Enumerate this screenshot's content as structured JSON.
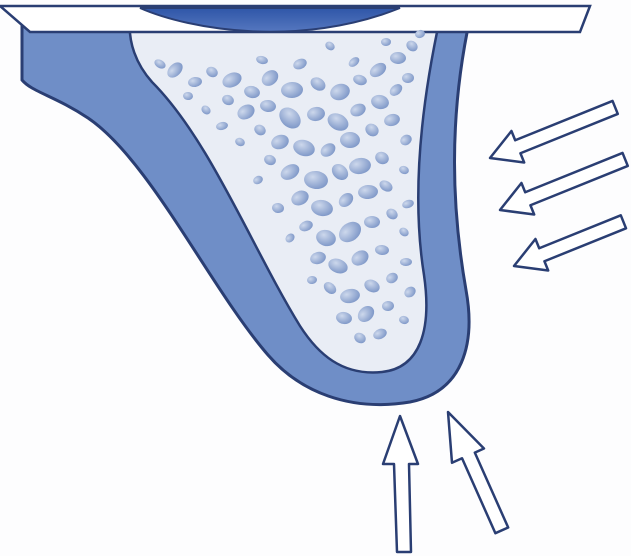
{
  "diagram": {
    "title": "",
    "labels": [],
    "colors": {
      "background": "#fdfdfe",
      "outline": "#2a3e73",
      "cortical_band": "#6f8ec7",
      "cortical_band_dark": "#3a5ea6",
      "cancellous_fill": "#e9edf5",
      "trabecula": "#9fb3d6",
      "trabecula_dark": "#6f89bd",
      "top_bar": "#ffffff",
      "top_cap": "#3d62b0",
      "arrow_fill": "#ffffff",
      "arrow_stroke": "#2a3e73"
    },
    "arrows": [
      {
        "name": "lateral-arrow-1",
        "direction": "pointing-left"
      },
      {
        "name": "lateral-arrow-2",
        "direction": "pointing-left"
      },
      {
        "name": "lateral-arrow-3",
        "direction": "pointing-left"
      },
      {
        "name": "bottom-arrow-1",
        "direction": "pointing-up"
      },
      {
        "name": "bottom-arrow-2",
        "direction": "pointing-up"
      }
    ],
    "icons": [
      "arrow-left-icon",
      "arrow-up-icon"
    ]
  }
}
